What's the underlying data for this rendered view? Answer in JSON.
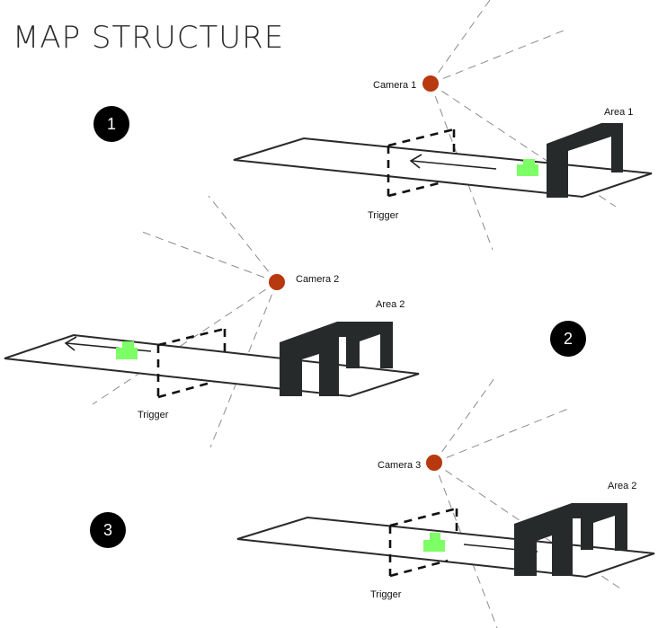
{
  "title": "MAP STRUCTURE",
  "steps": [
    {
      "number": "1",
      "camera_label": "Camera 1",
      "area_label": "Area 1",
      "trigger_label": "Trigger"
    },
    {
      "number": "2",
      "camera_label": "Camera 2",
      "area_label": "Area 2",
      "trigger_label": "Trigger"
    },
    {
      "number": "3",
      "camera_label": "Camera 3",
      "area_label": "Area 2",
      "trigger_label": "Trigger"
    }
  ],
  "colors": {
    "camera": "#b8380f",
    "player": "#7dff66",
    "structure": "#262a2b",
    "badge": "#000000"
  }
}
